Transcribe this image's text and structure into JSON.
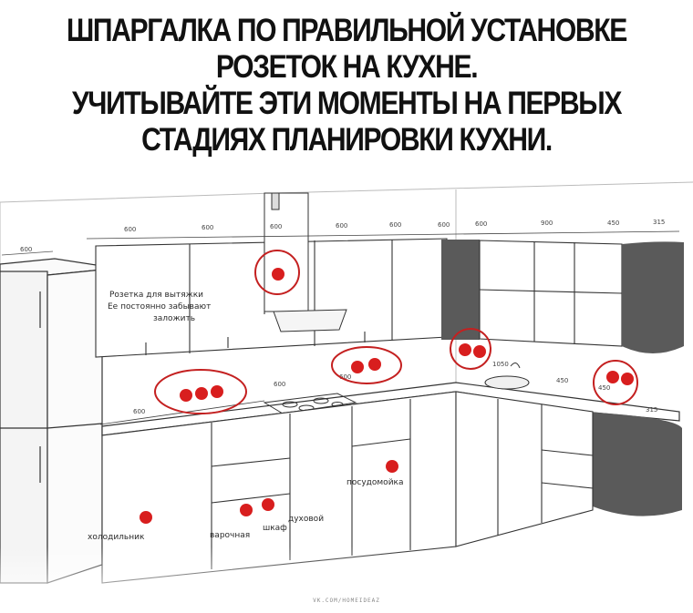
{
  "title_lines": [
    "ШПАРГАЛКА ПО ПРАВИЛЬНОЙ УСТАНОВКЕ",
    "РОЗЕТОК НА КУХНЕ.",
    "УЧИТЫВАЙТЕ ЭТИ МОМЕНТЫ НА ПЕРВЫХ",
    "СТАДИЯХ ПЛАНИРОВКИ КУХНИ."
  ],
  "annotations": {
    "hood_note_1": "Розетка для вытяжки",
    "hood_note_2": "Ее постоянно забывают",
    "hood_note_3": "заложить",
    "fridge": "холодильник",
    "hob": "варочная",
    "oven_1": "духовой",
    "oven_2": "шкаф",
    "dishwasher": "посудомойка"
  },
  "dimensions": {
    "top": [
      "600",
      "600",
      "600",
      "600",
      "600",
      "600",
      "600",
      "900",
      "450",
      "315"
    ],
    "fridge_top": "600",
    "counter_left": "600",
    "counter_mid": "600",
    "counter_mid2": "600",
    "counter_sink": "1050",
    "counter_right1": "450",
    "counter_right2": "450",
    "counter_end": "315"
  },
  "credit": "VK.COM/HOMEIDEAZ",
  "colors": {
    "socket": "#d81e1e",
    "ring": "#c42020",
    "dark_panel": "#5a5a5a",
    "line": "#3a3a3a"
  }
}
